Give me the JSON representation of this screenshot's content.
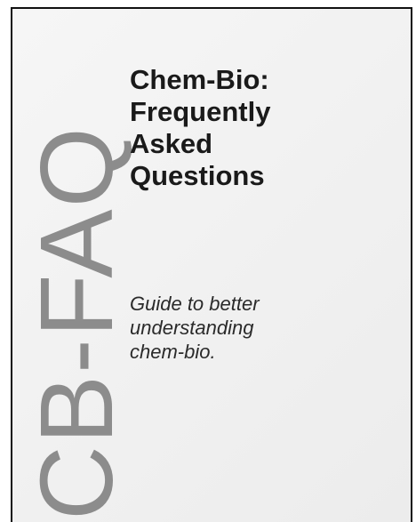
{
  "cover": {
    "logo_text": "CB-FAQ",
    "title_lines": [
      "Chem-Bio:",
      "Frequently",
      "Asked",
      "Questions"
    ],
    "subtitle_lines": [
      "Guide to better",
      "understanding",
      "chem-bio."
    ]
  },
  "colors": {
    "logo": "#8c8c8c",
    "title": "#1a1a1a",
    "border": "#111111"
  }
}
